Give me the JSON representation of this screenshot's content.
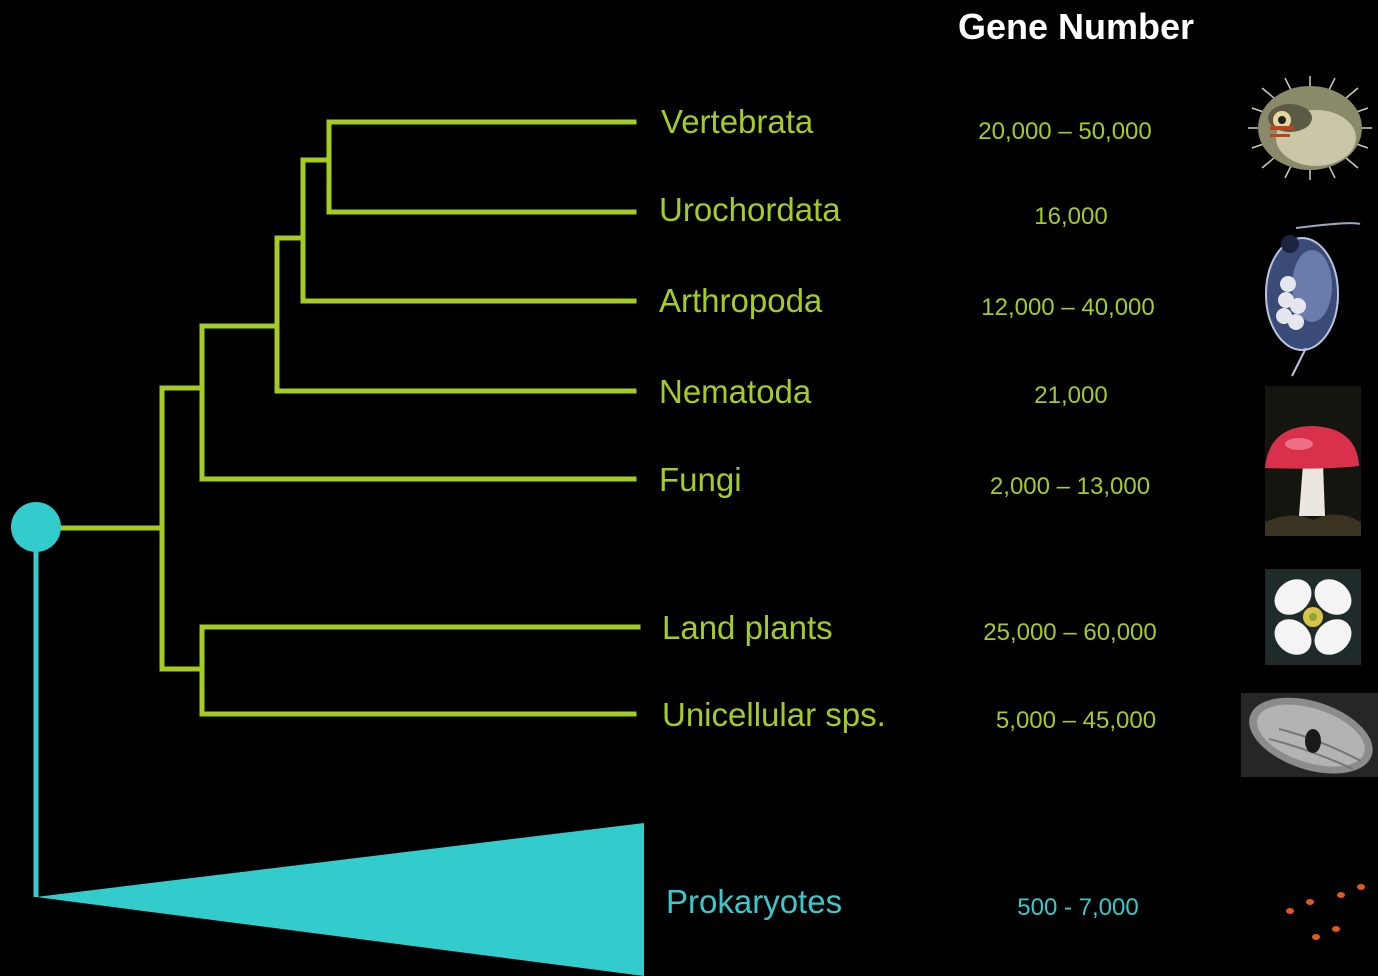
{
  "header": {
    "title": "Gene Number"
  },
  "colors": {
    "branch": "#a4cc22",
    "prokaryote": "#39c9cc",
    "background": "#000000"
  },
  "taxa": [
    {
      "name": "Vertebrata",
      "gene_number": "20,000 – 50,000",
      "icon": "pufferfish-icon"
    },
    {
      "name": "Urochordata",
      "gene_number": "16,000",
      "icon": ""
    },
    {
      "name": "Arthropoda",
      "gene_number": "12,000 – 40,000",
      "icon": "daphnia-icon"
    },
    {
      "name": "Nematoda",
      "gene_number": "21,000",
      "icon": ""
    },
    {
      "name": "Fungi",
      "gene_number": "2,000 – 13,000",
      "icon": "mushroom-icon"
    },
    {
      "name": "Land plants",
      "gene_number": "25,000 – 60,000",
      "icon": "flower-icon"
    },
    {
      "name": "Unicellular sps.",
      "gene_number": "5,000 – 45,000",
      "icon": "paramecium-icon"
    },
    {
      "name": "Prokaryotes",
      "gene_number": "500  - 7,000",
      "icon": "bacteria-icon"
    }
  ]
}
